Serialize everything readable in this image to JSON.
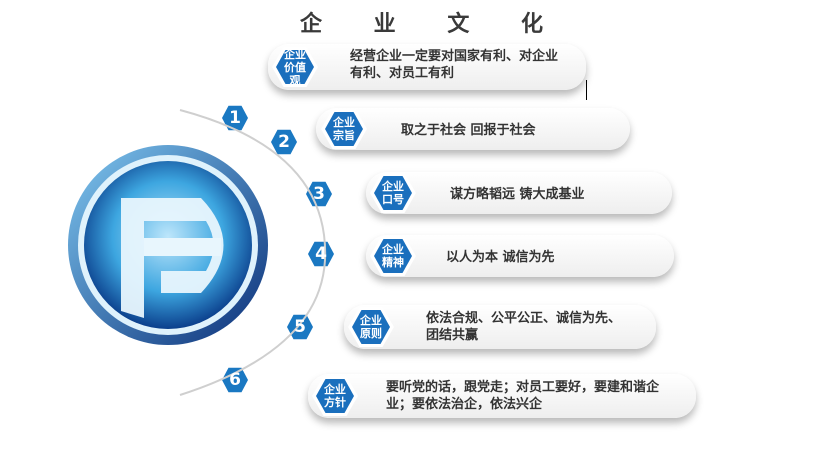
{
  "title": "企 业 文 化",
  "colors": {
    "accent": "#1a6fbd",
    "dark_blue": "#0b3f8c",
    "card": "#f2f2f2"
  },
  "items": [
    {
      "number": "1",
      "label": "企业价值观",
      "text": "经营企业一定要对国家有利、对企业有利、对员工有利"
    },
    {
      "number": "2",
      "label": "企业宗旨",
      "text": "取之于社会 回报于社会"
    },
    {
      "number": "3",
      "label": "企业口号",
      "text": "谋方略韬远 铸大成基业"
    },
    {
      "number": "4",
      "label": "企业精神",
      "text": "以人为本 诚信为先"
    },
    {
      "number": "5",
      "label": "企业原则",
      "text": "依法合规、公平公正、诚信为先、团结共赢"
    },
    {
      "number": "6",
      "label": "企业方针",
      "text": "要听党的话，跟党走；对员工要好，要建和谐企业；要依法治企，依法兴企"
    }
  ]
}
